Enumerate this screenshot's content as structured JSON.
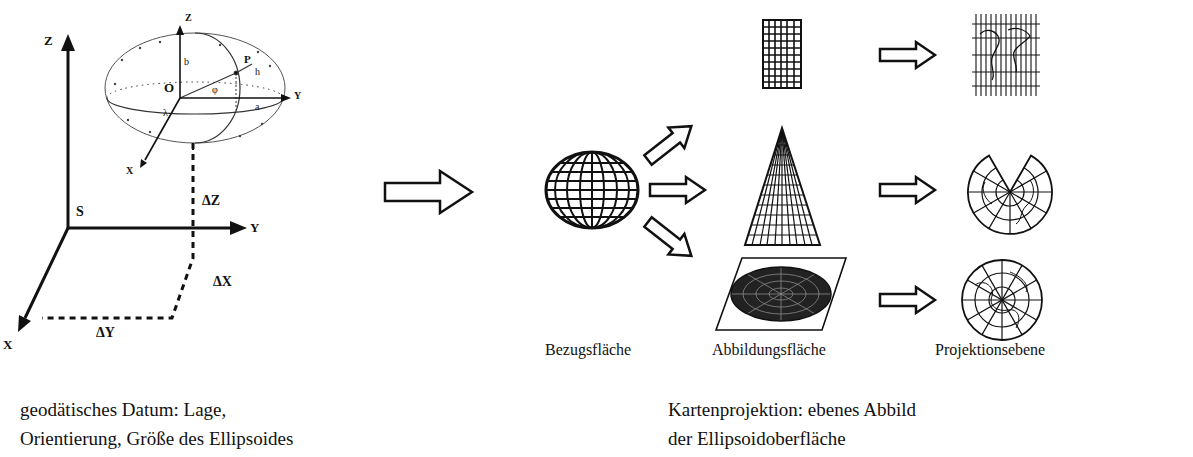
{
  "diagram": {
    "labels": [
      "Z",
      "S",
      "Y",
      "X",
      "ΔZ",
      "ΔX",
      "ΔY",
      "Z",
      "O",
      "P",
      "Y",
      "X",
      "b",
      "a",
      "h",
      "φ",
      "λ",
      "Bezugsfläche",
      "Abbildungsfläche",
      "Projektionsebene",
      "geodätisches Datum: Lage, Orientierung, Größe des Ellipsoides",
      "Kartenprojektion: ebenes Abbild der Ellipsoidoberfläche"
    ]
  }
}
